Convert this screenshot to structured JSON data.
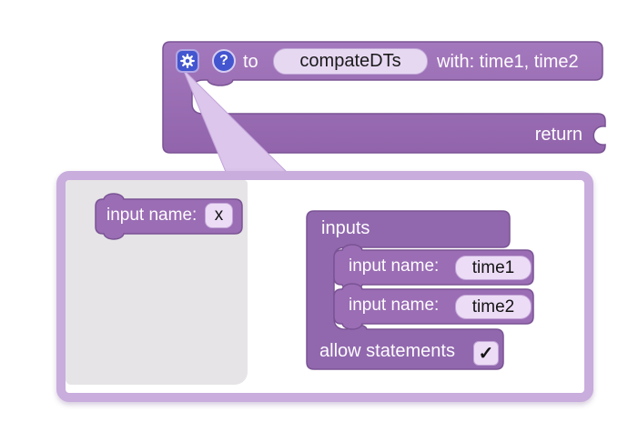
{
  "procedure_block": {
    "keyword_to": "to",
    "name_field": "compateDTs",
    "params_text": "with: time1, time2",
    "return_label": "return"
  },
  "symbols": {
    "help_glyph": "?",
    "check_glyph": "✓"
  },
  "mutator": {
    "palette_block": {
      "label": "input name:",
      "value": "x"
    },
    "inputs_container": {
      "title": "inputs"
    },
    "inputs": [
      {
        "label": "input name:",
        "value": "time1"
      },
      {
        "label": "input name:",
        "value": "time2"
      }
    ],
    "allow_statements": {
      "label": "allow statements"
    }
  },
  "colors": {
    "block_fill": "#9a6db4",
    "block_border": "#7a5394",
    "container_fill": "#9168ae",
    "field_bg": "#ecdcf6",
    "popup_border": "#c8addd",
    "workspace_bg": "#e6e4e7",
    "icon_button_bg": "#4355cf",
    "callout_fill": "#dcc6ec"
  }
}
